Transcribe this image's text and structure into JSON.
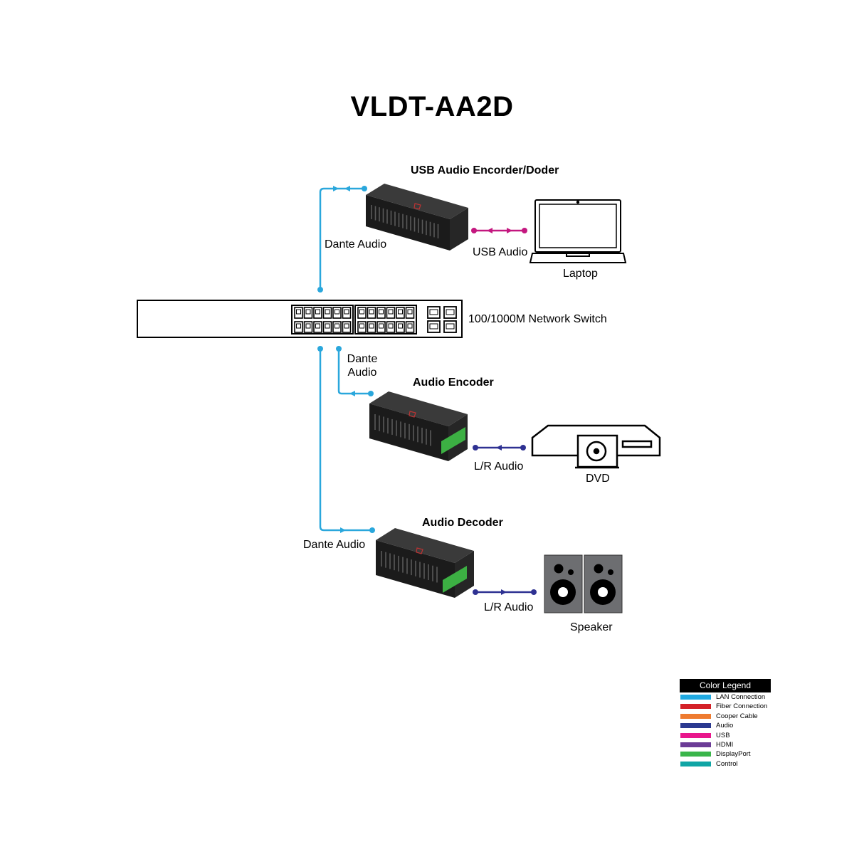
{
  "title": "VLDT-AA2D",
  "devices": {
    "usb_codec": {
      "label": "USB Audio Encorder/Doder"
    },
    "audio_encoder": {
      "label": "Audio Encoder"
    },
    "audio_decoder": {
      "label": "Audio Decoder"
    },
    "switch": {
      "label": "100/1000M Network Switch"
    },
    "laptop": {
      "label": "Laptop"
    },
    "dvd": {
      "label": "DVD"
    },
    "speaker": {
      "label": "Speaker"
    }
  },
  "connections": {
    "dante_top": "Dante Audio",
    "usb_audio": "USB Audio",
    "dante_mid_line1": "Dante",
    "dante_mid_line2": "Audio",
    "lr_audio_dvd": "L/R Audio",
    "dante_bottom": "Dante Audio",
    "lr_audio_speaker": "L/R Audio"
  },
  "colors": {
    "lan": "#2aa7dc",
    "usb": "#c4177f",
    "audio": "#2e3192"
  },
  "legend": {
    "title": "Color Legend",
    "items": [
      {
        "label": "LAN Connection",
        "color": "#1fa9e1"
      },
      {
        "label": "Fiber Connection",
        "color": "#d42127"
      },
      {
        "label": "Cooper Cable",
        "color": "#ee7b30"
      },
      {
        "label": "Audio",
        "color": "#2b3990"
      },
      {
        "label": "USB",
        "color": "#e9168c"
      },
      {
        "label": "HDMI",
        "color": "#6b3b96"
      },
      {
        "label": "DisplayPort",
        "color": "#3ab54a"
      },
      {
        "label": "Control",
        "color": "#10a5a5"
      }
    ]
  }
}
